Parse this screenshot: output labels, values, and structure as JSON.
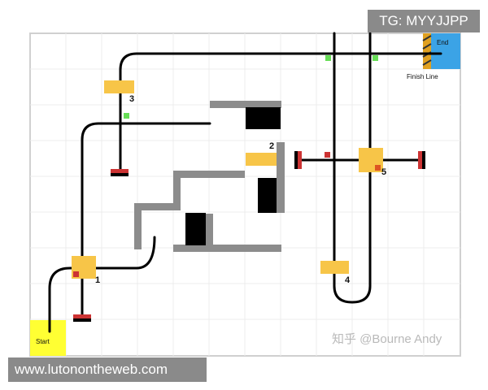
{
  "labels": {
    "start": "Start",
    "end": "End",
    "finish_line": "Finish Line",
    "checkpoints": [
      "1",
      "2",
      "3",
      "4",
      "5"
    ]
  },
  "overlays": {
    "top_tag": "TG: MYYJJPP",
    "bottom_url": "www.lutonontheweb.com",
    "watermark": "知乎 @Bourne Andy"
  },
  "colors": {
    "start_zone": "#ffff33",
    "end_zone": "#3ba3e6",
    "checkpoint": "#f7c548",
    "wall": "#8c8c8c",
    "block": "#000000",
    "marker_green": "#66dd55",
    "marker_red": "#cc3333"
  }
}
